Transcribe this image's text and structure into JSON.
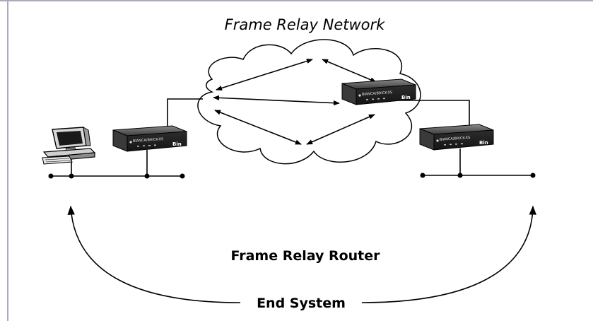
{
  "diagram": {
    "title": "Frame Relay Network",
    "router_label": "Frame Relay Router",
    "end_label": "End System",
    "device_model": "BIANCA/BRICK-XS",
    "device_brand": "Bin",
    "colors": {
      "frame": "#a9acb9",
      "ink": "#000000",
      "device_body": "#2b2b2b",
      "device_top": "#4a4a4a"
    }
  }
}
